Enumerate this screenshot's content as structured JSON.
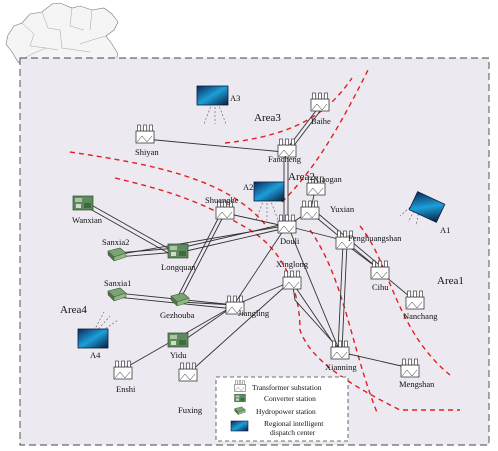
{
  "areas": {
    "area1": "Area1",
    "area2": "Area2",
    "area3": "Area3",
    "area4": "Area4"
  },
  "dispatch_labels": {
    "a1": "A1",
    "a2": "A2",
    "a3": "A3",
    "a4": "A4"
  },
  "stations": {
    "baihe": "Baihe",
    "shiyan": "Shiyan",
    "fancheng": "Fancheng",
    "xiaogan": "Xiaogan",
    "yuxian": "Yuxian",
    "wanxian": "Wanxian",
    "shuanghe": "Shuanghe",
    "douli": "Douli",
    "fenghuangshan": "Fenghuangshan",
    "sanxia2": "Sanxia2",
    "longquan": "Longquan",
    "xinglong": "Xinglong",
    "cihu": "Cihu",
    "nanchang": "Nanchang",
    "sanxia1": "Sanxia1",
    "gezhouba": "Gezhouba",
    "jiangling": "Jiangling",
    "yidu": "Yidu",
    "xianning": "Xianning",
    "mengshan": "Mengshan",
    "enshi": "Enshi",
    "fuxing": "Fuxing"
  },
  "legend": {
    "transformer": "Transformer substation",
    "converter": "Converter station",
    "hydropower": "Hydropower station",
    "dispatch_line1": "Regional intelligent",
    "dispatch_line2": "dispatch center"
  },
  "colors": {
    "boundary": "#e02020",
    "frame_fill": "#ede9f1",
    "highlight_province": "#f2d23c",
    "line": "#333333"
  }
}
